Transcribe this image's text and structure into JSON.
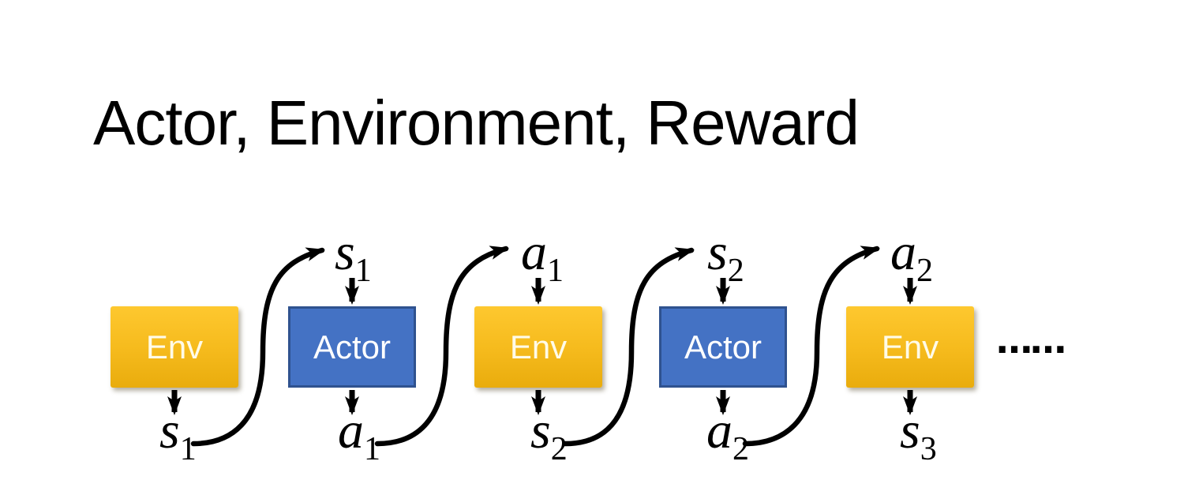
{
  "title": {
    "text": "Actor, Environment, Reward"
  },
  "diagram": {
    "boxes": [
      {
        "label": "Env",
        "type": "env"
      },
      {
        "label": "Actor",
        "type": "actor"
      },
      {
        "label": "Env",
        "type": "env"
      },
      {
        "label": "Actor",
        "type": "actor"
      },
      {
        "label": "Env",
        "type": "env"
      }
    ],
    "top_labels": [
      {
        "base": "s",
        "sub": "1"
      },
      {
        "base": "a",
        "sub": "1"
      },
      {
        "base": "s",
        "sub": "2"
      },
      {
        "base": "a",
        "sub": "2"
      }
    ],
    "bottom_labels": [
      {
        "base": "s",
        "sub": "1"
      },
      {
        "base": "a",
        "sub": "1"
      },
      {
        "base": "s",
        "sub": "2"
      },
      {
        "base": "a",
        "sub": "2"
      },
      {
        "base": "s",
        "sub": "3"
      }
    ],
    "ellipsis": "……",
    "colors": {
      "env_gradient_top": "#FEC82F",
      "env_gradient_bottom": "#E9AC0D",
      "actor_fill": "#4472C4",
      "actor_border": "#2F528F",
      "box_text": "#FFFFFF",
      "arrow": "#000000",
      "title_text": "#000000",
      "label_text": "#000000",
      "background": "#FFFFFF"
    }
  }
}
